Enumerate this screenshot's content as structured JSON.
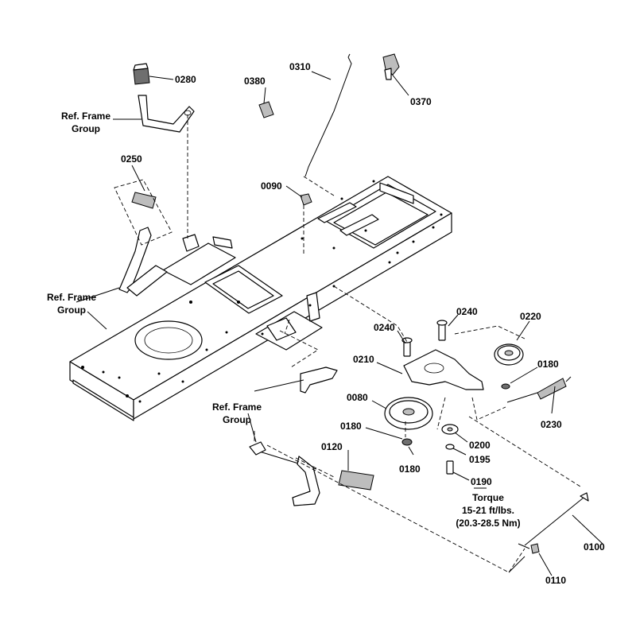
{
  "callouts": {
    "c0280": "0280",
    "c0380": "0380",
    "c0310": "0310",
    "c0370": "0370",
    "c0250": "0250",
    "c0090": "0090",
    "c0240a": "0240",
    "c0240b": "0240",
    "c0220": "0220",
    "c0210": "0210",
    "c0180a": "0180",
    "c0080": "0080",
    "c0180b": "0180",
    "c0180c": "0180",
    "c0230": "0230",
    "c0200": "0200",
    "c0195": "0195",
    "c0120": "0120",
    "c0190": "0190",
    "c0100": "0100",
    "c0110": "0110"
  },
  "refs": {
    "ref1": [
      "Ref. Frame",
      "Group"
    ],
    "ref2": [
      "Ref. Frame",
      "Group"
    ],
    "ref3": [
      "Ref. Frame",
      "Group"
    ]
  },
  "torque": {
    "label": "Torque",
    "value_ft": "15-21 ft/lbs.",
    "value_nm": "(20.3-28.5 Nm)"
  },
  "colors": {
    "line": "#000000",
    "background": "#ffffff",
    "dark_part": "#6f6f6f",
    "grey_part": "#bdbdbd"
  }
}
